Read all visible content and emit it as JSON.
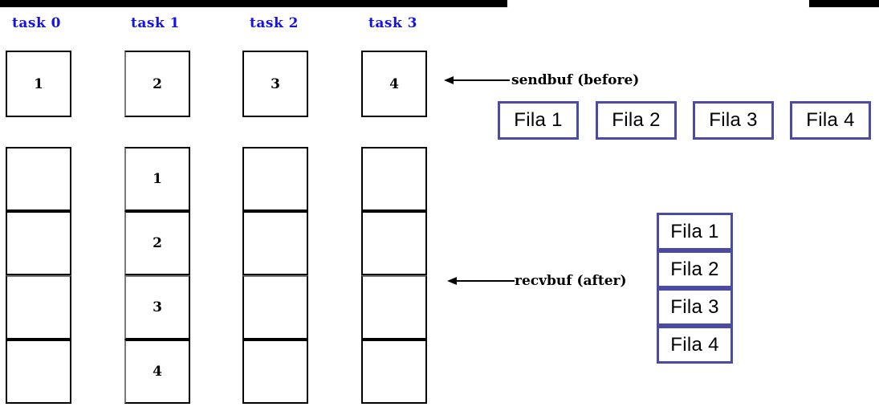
{
  "diagram": {
    "title_bar_color": "#000000",
    "accent_color": "#4b4ba6",
    "task_label_color": "#1313e8",
    "tasks": [
      {
        "label": "task 0",
        "sendbuf_value": "1",
        "recvbuf_values": [
          "",
          "",
          "",
          ""
        ]
      },
      {
        "label": "task 1",
        "sendbuf_value": "2",
        "recvbuf_values": [
          "1",
          "2",
          "3",
          "4"
        ]
      },
      {
        "label": "task 2",
        "sendbuf_value": "3",
        "recvbuf_values": [
          "",
          "",
          "",
          ""
        ]
      },
      {
        "label": "task 3",
        "sendbuf_value": "4",
        "recvbuf_values": [
          "",
          "",
          "",
          ""
        ]
      }
    ],
    "annotations": {
      "sendbuf": "sendbuf (before)",
      "recvbuf": "recvbuf (after)"
    },
    "fila_row": [
      {
        "label": "Fila 1"
      },
      {
        "label": "Fila 2"
      },
      {
        "label": "Fila 3"
      },
      {
        "label": "Fila 4"
      }
    ],
    "fila_stack": [
      {
        "label": "Fila 1"
      },
      {
        "label": "Fila 2"
      },
      {
        "label": "Fila 3"
      },
      {
        "label": "Fila 4"
      }
    ]
  }
}
